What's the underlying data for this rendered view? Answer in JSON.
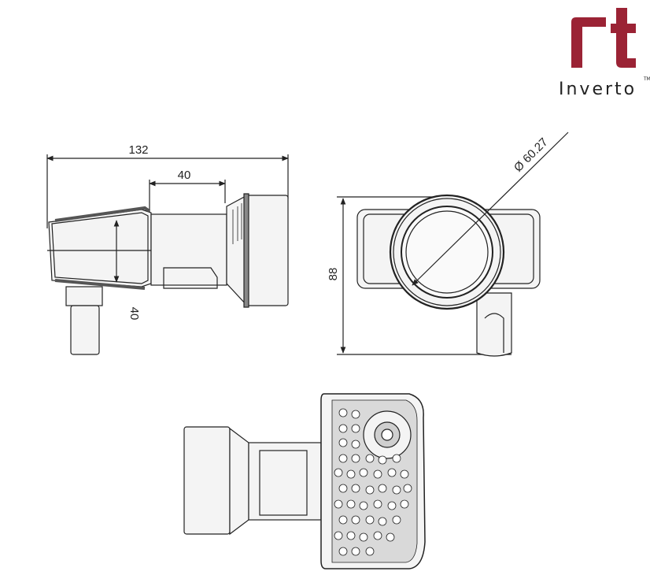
{
  "brand": {
    "name": "Inverto",
    "trademark": "TM",
    "color": "#9b2335"
  },
  "dimensions": {
    "total_length": "132",
    "neck_length": "40",
    "feed_height": "40",
    "body_height": "88",
    "diameter": "Ø 60.27"
  },
  "colors": {
    "line": "#222222",
    "fill_light": "#f2f2f2",
    "fill_dark": "#8a8a8a"
  }
}
